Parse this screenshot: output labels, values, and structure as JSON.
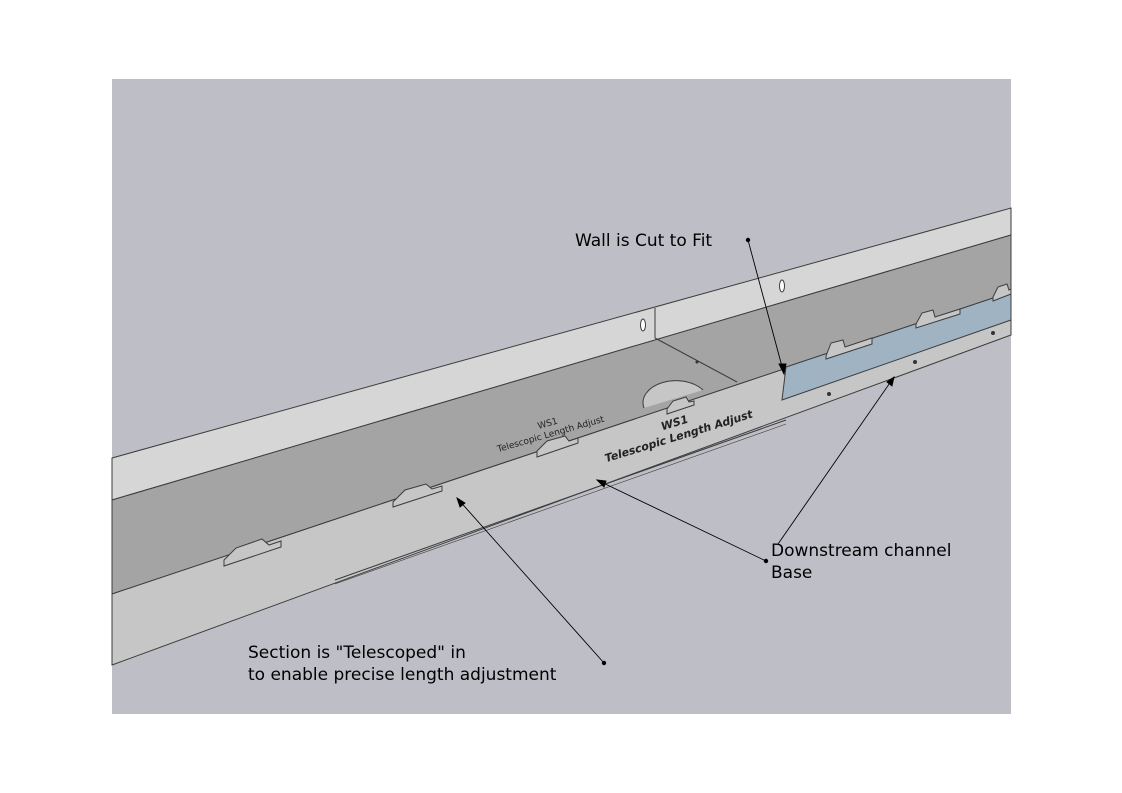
{
  "colors": {
    "background": "#ffffff",
    "viewport": "#bebec6",
    "wall_top_rim": "#d6d6d6",
    "wall_face": "#c6c6c6",
    "channel_floor": "#a4a4a4",
    "cut_gap_blue": "#9fb3c3",
    "edge_line": "#3c3c3c",
    "leader_line": "#000000"
  },
  "callouts": {
    "wall_cut": {
      "line1": "Wall is Cut to Fit"
    },
    "downstream": {
      "line1": "Downstream channel",
      "line2": "Base"
    },
    "telescoped": {
      "line1": "Section is \"Telescoped\" in",
      "line2": "to enable precise length adjustment"
    }
  },
  "part_labels": {
    "floor_label": {
      "line1": "WS1",
      "line2": "Telescopic Length Adjust"
    },
    "wall_label": {
      "line1": "WS1",
      "line2": "Telescopic Length Adjust"
    }
  }
}
